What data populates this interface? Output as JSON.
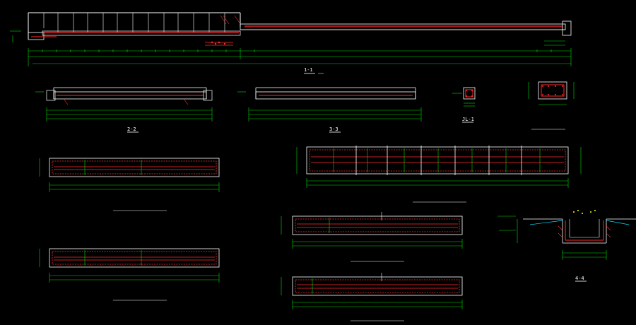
{
  "drawing": {
    "background": "#000000",
    "colors": {
      "outline": "#ffffff",
      "rebar": "#ff2a2a",
      "dimension": "#00e000",
      "hatch": "#ff3030",
      "annotation": "#ffff00",
      "hidden": "#00e0ff"
    },
    "section_labels": {
      "s11": "1-1",
      "s22": "2-2",
      "s33": "3-3",
      "sJL1": "JL-1",
      "s44": "4-4"
    }
  }
}
